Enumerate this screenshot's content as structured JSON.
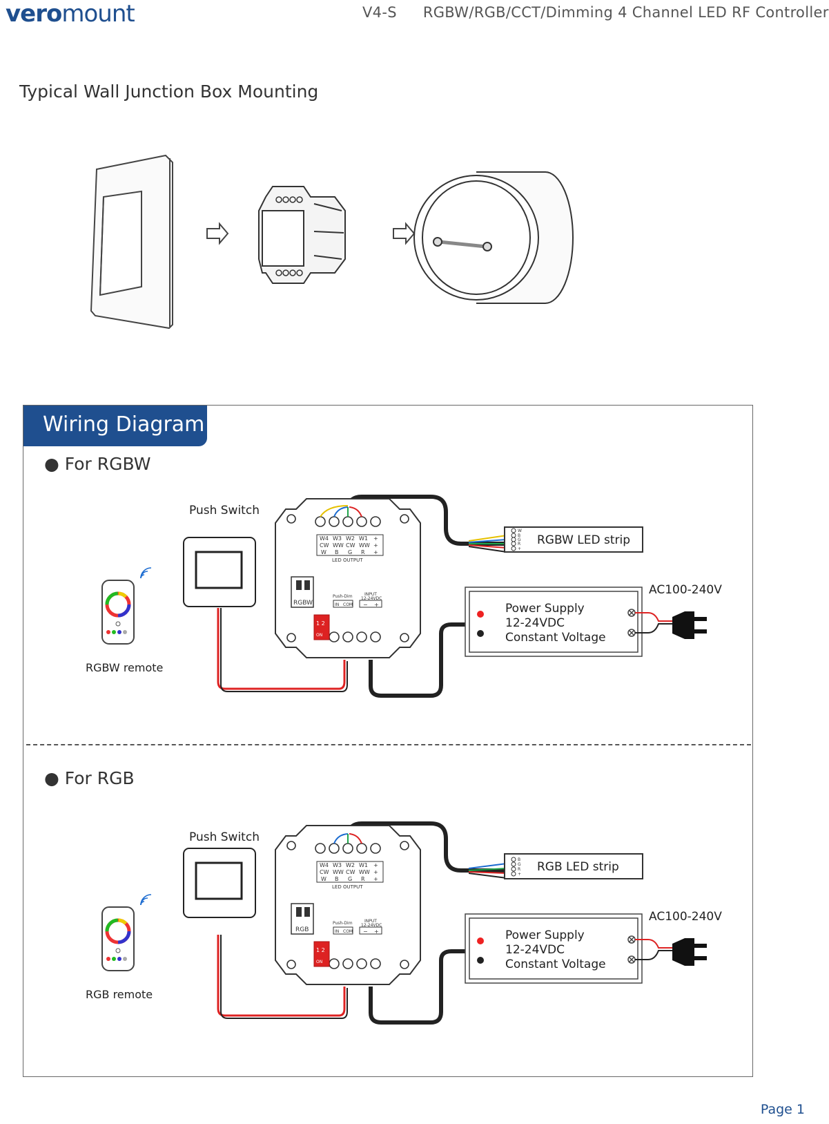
{
  "header": {
    "brand_part1": "vero",
    "brand_part2": "mount",
    "model": "V4-S",
    "title": "RGBW/RGB/CCT/Dimming 4 Channel LED RF Controller"
  },
  "mounting": {
    "title": "Typical Wall Junction Box Mounting"
  },
  "wiring": {
    "tab_title": "Wiring Diagram",
    "rgbw": {
      "heading": "For RGBW",
      "push_switch": "Push Switch",
      "remote": "RGBW remote",
      "strip": "RGBW LED strip",
      "strip_pins": [
        "W",
        "B",
        "G",
        "R",
        "+"
      ],
      "ac": "AC100-240V",
      "psu_line1": "Power Supply",
      "psu_line2": "12-24VDC",
      "psu_line3": "Constant Voltage",
      "mode_label": "RGBW"
    },
    "rgb": {
      "heading": "For RGB",
      "push_switch": "Push Switch",
      "remote": "RGB remote",
      "strip": "RGB LED strip",
      "strip_pins": [
        "B",
        "G",
        "R",
        "+"
      ],
      "ac": "AC100-240V",
      "psu_line1": "Power Supply",
      "psu_line2": "12-24VDC",
      "psu_line3": "Constant Voltage",
      "mode_label": "RGB"
    },
    "controller": {
      "row1": [
        "W4",
        "W3",
        "W2",
        "W1",
        "+"
      ],
      "row2": [
        "CW",
        "WW",
        "CW",
        "WW",
        "+"
      ],
      "row3": [
        "W",
        "B",
        "G",
        "R",
        "+"
      ],
      "output_label": "LED OUTPUT",
      "pushdim": "Push-Dim",
      "in": "IN",
      "com": "COM",
      "input": "INPUT",
      "input_v": "12-24VDC",
      "minus": "−",
      "plus": "+",
      "dip": "1 2",
      "on": "ON"
    }
  },
  "footer": {
    "page": "Page 1"
  }
}
